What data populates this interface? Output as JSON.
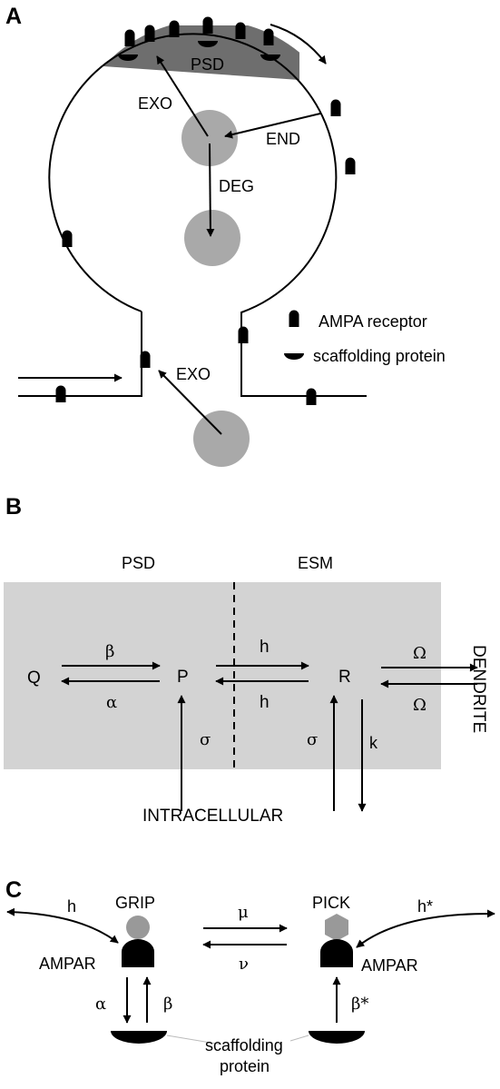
{
  "panels": {
    "a": {
      "label": "A",
      "psd": "PSD",
      "exo_top": "EXO",
      "end": "END",
      "deg": "DEG",
      "exo_bottom": "EXO",
      "legend": {
        "receptor": "AMPA receptor",
        "scaffold": "scaffolding protein"
      }
    },
    "b": {
      "label": "B",
      "psd": "PSD",
      "esm": "ESM",
      "q": "Q",
      "p": "P",
      "r": "R",
      "beta": "β",
      "alpha": "α",
      "h_top": "h",
      "h_bottom": "h",
      "omega_top": "Ω",
      "omega_bottom": "Ω",
      "sigma_left": "σ",
      "sigma_right": "σ",
      "k": "k",
      "dendrite": "DENDRITE",
      "intracellular": "INTRACELLULAR"
    },
    "c": {
      "label": "C",
      "h_left": "h",
      "grip": "GRIP",
      "mu": "μ",
      "pick": "PICK",
      "h_star": "h*",
      "ampar_left": "AMPAR",
      "nu": "ν",
      "ampar_right": "AMPAR",
      "alpha": "α",
      "beta": "β",
      "beta_star": "β*",
      "scaffold_line1": "scaffolding",
      "scaffold_line2": "protein"
    }
  },
  "colors": {
    "ink": "#000000",
    "psd_fill": "#6e6e6e",
    "vesicle": "#a9a9a9",
    "box_fill": "#d3d3d3",
    "grip_fill": "#999999",
    "pick_fill": "#999999",
    "leader": "#bbbbbb"
  }
}
